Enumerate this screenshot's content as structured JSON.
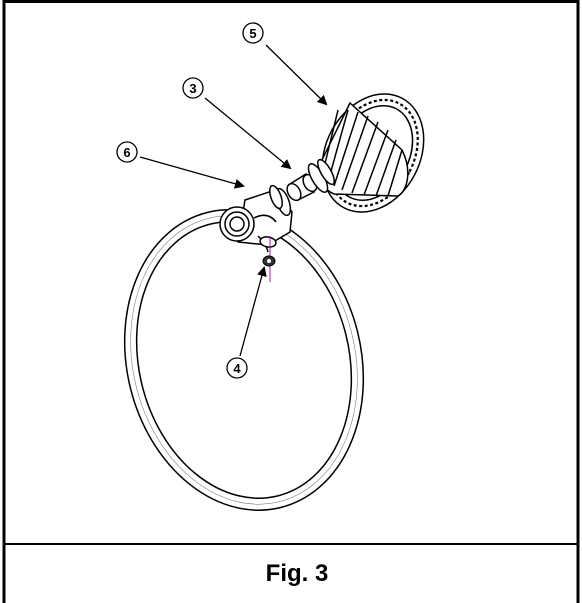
{
  "diagram": {
    "caption": "Fig. 3",
    "callouts": [
      {
        "id": "callout-5",
        "label": "5",
        "part": "wall-flange"
      },
      {
        "id": "callout-3",
        "label": "3",
        "part": "mounting-post"
      },
      {
        "id": "callout-6",
        "label": "6",
        "part": "ring-hub"
      },
      {
        "id": "callout-4",
        "label": "4",
        "part": "set-screw"
      }
    ],
    "colors": {
      "line": "#000000",
      "screw_guide": "#a020a0",
      "background": "#ffffff"
    }
  }
}
